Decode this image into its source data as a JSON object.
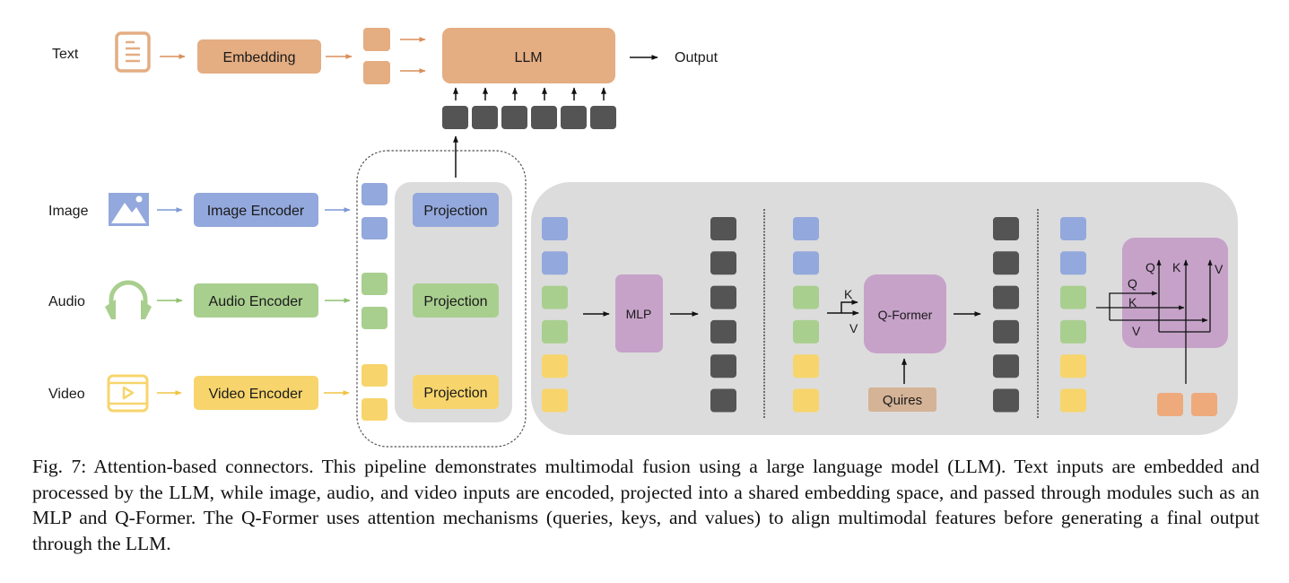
{
  "colors": {
    "text_orange": "#e4ad82",
    "text_orange_stroke": "#d98f5c",
    "image_blue": "#93a8dc",
    "audio_green": "#a9cf8f",
    "video_yellow": "#f7d56c",
    "token_dark": "#545454",
    "panel_gray": "#dcdcdc",
    "attention_purple": "#c6a2c9",
    "quires_tan": "#d4b396",
    "output_orange": "#eeaa7b",
    "arrow_black": "#111111"
  },
  "inputs": [
    {
      "label": "Text",
      "icon": "document-icon",
      "encoder": "Embedding",
      "color": "text_orange"
    },
    {
      "label": "Image",
      "icon": "image-icon",
      "encoder": "Image Encoder",
      "color": "image_blue"
    },
    {
      "label": "Audio",
      "icon": "headphones-icon",
      "encoder": "Audio Encoder",
      "color": "audio_green"
    },
    {
      "label": "Video",
      "icon": "video-play-icon",
      "encoder": "Video Encoder",
      "color": "video_yellow"
    }
  ],
  "llm": {
    "label": "LLM",
    "output_label": "Output",
    "token_count": 6
  },
  "projections": [
    {
      "label": "Projection",
      "color": "image_blue"
    },
    {
      "label": "Projection",
      "color": "audio_green"
    },
    {
      "label": "Projection",
      "color": "video_yellow"
    }
  ],
  "connectors": {
    "mlp": {
      "label": "MLP"
    },
    "qformer": {
      "label": "Q-Former",
      "k_label": "K",
      "v_label": "V",
      "queries_label": "Quires"
    },
    "attention": {
      "q_top": "Q",
      "k_top": "K",
      "v_top": "V",
      "q_in": "Q",
      "k_in": "K",
      "v_in": "V"
    }
  },
  "caption": "Fig. 7: Attention-based connectors. This pipeline demonstrates multimodal fusion using a large language model (LLM). Text inputs are embedded and processed by the LLM, while image, audio, and video inputs are encoded, projected into a shared embedding space, and passed through modules such as an MLP and Q-Former. The Q-Former uses attention mechanisms (queries, keys, and values) to align multimodal features before generating a final output through the LLM."
}
